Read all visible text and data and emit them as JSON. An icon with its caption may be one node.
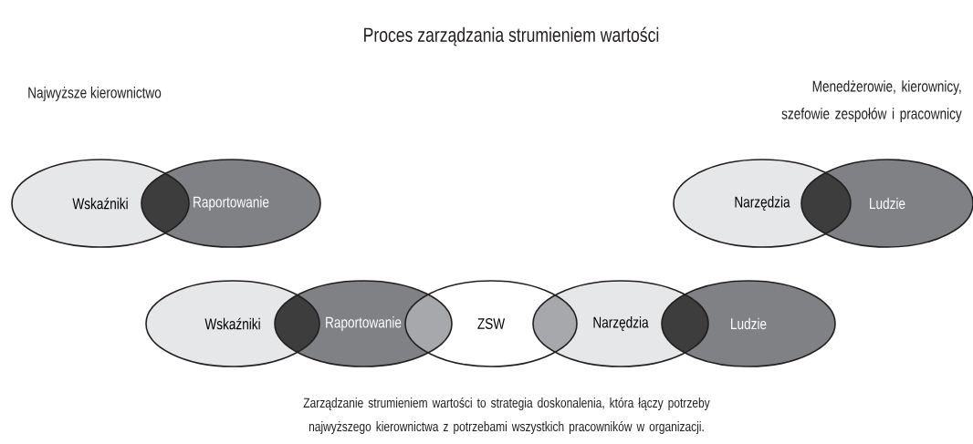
{
  "diagram": {
    "title": "Proces zarządzania strumieniem wartości",
    "caption": "Zarządzanie strumieniem wartości to strategia doskonalenia, która łączy potrzeby najwyższego kierownictwa z potrzebami wszystkich pracowników w organizacji.",
    "nodes": [
      {
        "text": [
          "Wskaźniki"
        ]
      },
      {
        "text": [
          "Raportowanie"
        ]
      },
      {
        "text": [
          "Narzędzia"
        ]
      },
      {
        "text": [
          "Ludzie"
        ]
      },
      {
        "text": [
          "Wskaźniki"
        ]
      },
      {
        "text": [
          "Raportowanie"
        ]
      },
      {
        "text": [
          "ZSW"
        ]
      },
      {
        "text": [
          "Narzędzia"
        ]
      },
      {
        "text": [
          "Ludzie"
        ]
      }
    ],
    "labels": [
      "Najwyższe kierownictwo",
      "Menedżerowie, kierownicy, szefowie zespołów i pracownicy"
    ]
  }
}
